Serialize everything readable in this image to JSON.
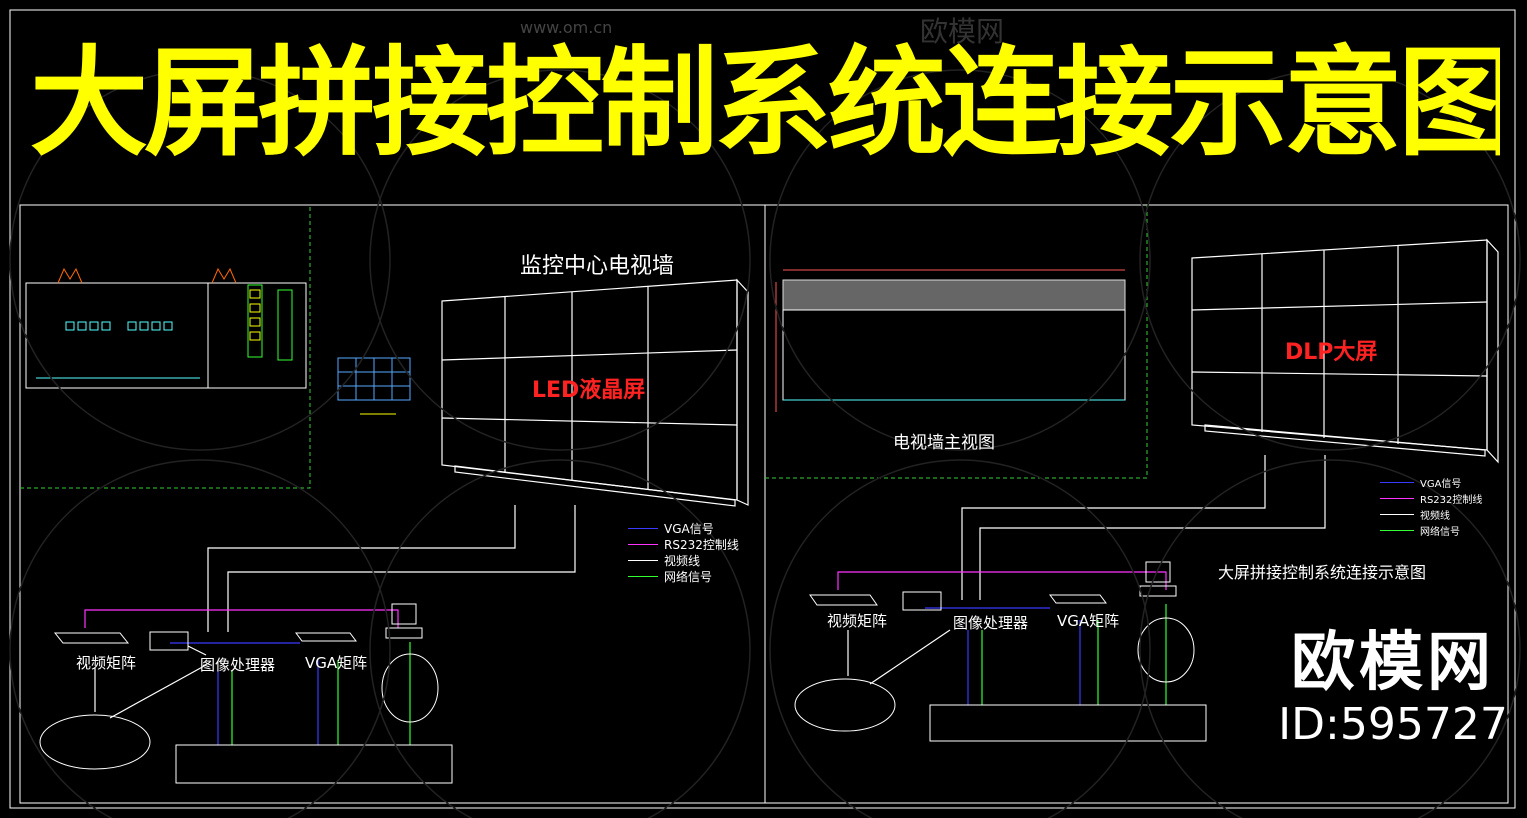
{
  "title": "大屏拼接控制系统连接示意图",
  "left": {
    "wall_title": "监控中心电视墙",
    "screen_label": "LED液晶屏",
    "devices": {
      "video_matrix": "视频矩阵",
      "image_processor": "图像处理器",
      "vga_matrix": "VGA矩阵"
    },
    "legend": [
      "VGA信号",
      "RS232控制线",
      "视频线",
      "网络信号"
    ]
  },
  "right": {
    "front_view_label": "电视墙主视图",
    "screen_label": "DLP大屏",
    "subtitle": "大屏拼接控制系统连接示意图",
    "devices": {
      "video_matrix": "视频矩阵",
      "image_processor": "图像处理器",
      "vga_matrix": "VGA矩阵"
    },
    "legend": [
      "VGA信号",
      "RS232控制线",
      "视频线",
      "网络信号"
    ]
  },
  "colors": {
    "title": "#ffff00",
    "vga": "#3a3aff",
    "rs232": "#ff33ff",
    "video": "#ffffff",
    "network": "#33ff33",
    "frame_dash": "#33cc33",
    "screen_text": "#ff2222"
  },
  "brand": {
    "name": "欧模网",
    "id": "ID:595727"
  },
  "watermark": {
    "site": "www.om.cn",
    "logo": "欧模网"
  }
}
